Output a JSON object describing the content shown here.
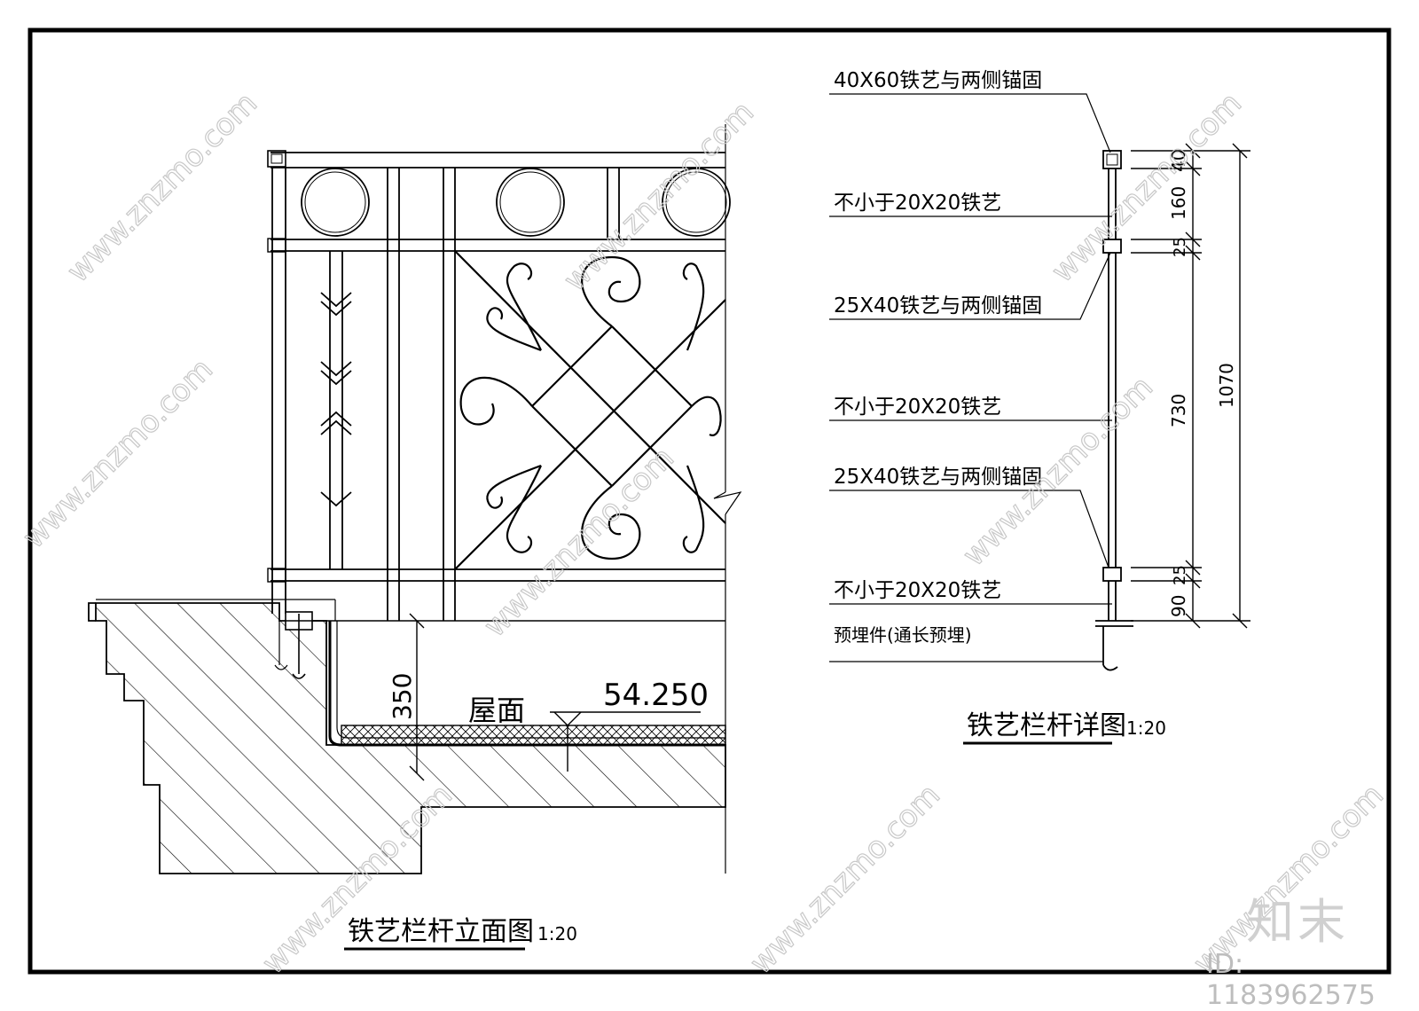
{
  "elevation": {
    "title": "铁艺栏杆立面图",
    "scale": "1:20",
    "roof_label": "屋面",
    "elevation_value": "54.250",
    "dim_height": "350"
  },
  "detail": {
    "title": "铁艺栏杆详图",
    "scale": "1:20",
    "callouts": [
      "40X60铁艺与两侧锚固",
      "不小于20X20铁艺",
      "25X40铁艺与两侧锚固",
      "不小于20X20铁艺",
      "25X40铁艺与两侧锚固",
      "不小于20X20铁艺",
      "预埋件(通长预埋)"
    ],
    "dims": [
      "40",
      "160",
      "25",
      "730",
      "25",
      "90",
      "1070"
    ]
  },
  "watermark": {
    "brand": "知末",
    "id_text": "ID: 1183962575",
    "site": "www.znzmo.com"
  }
}
